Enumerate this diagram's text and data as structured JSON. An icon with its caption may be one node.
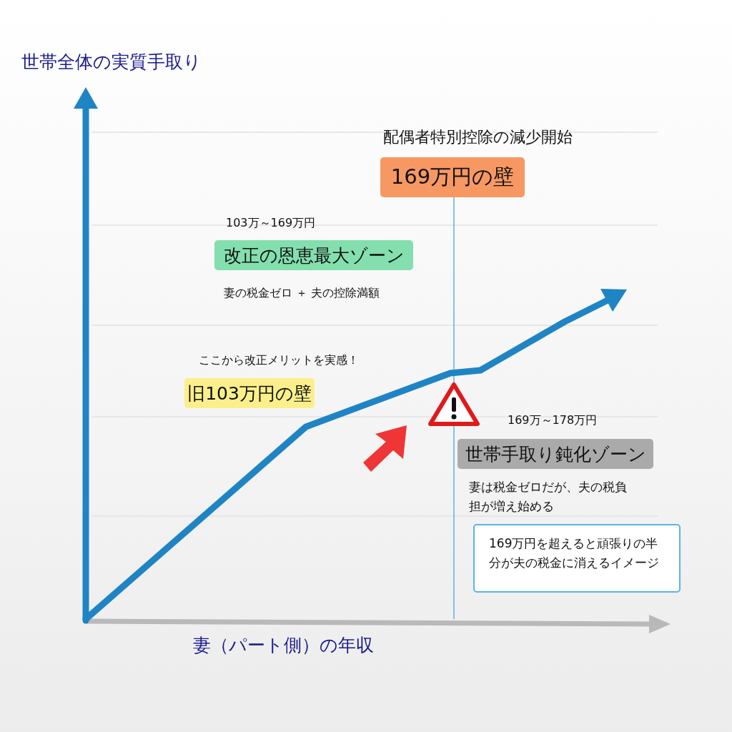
{
  "diagram": {
    "nodes": [
      {
        "text": [
          "169万円の壁"
        ],
        "beside": [
          "配偶者特別控除の減少開始"
        ]
      },
      {
        "text": [
          "改正の恩恵最大ゾーン"
        ],
        "beside": [
          "103万～169万円",
          "妻の税金ゼロ ＋ 夫の控除満額"
        ]
      },
      {
        "text": [
          "旧103万円の壁"
        ],
        "beside": [
          "ここから改正メリットを実感！"
        ]
      },
      {
        "text": [
          "世帯手取り鈍化ゾーン"
        ],
        "beside": [
          "169万～178万円",
          "妻は税金ゼロだが、夫の税負担が増え始める"
        ]
      },
      {
        "text": [
          "169万円を超えると頑張りの半分が夫の税金に消えるイメージ"
        ]
      }
    ],
    "edges": [],
    "labels": [
      "世帯全体の実質手取り",
      "妻（パート側）の年収"
    ]
  }
}
